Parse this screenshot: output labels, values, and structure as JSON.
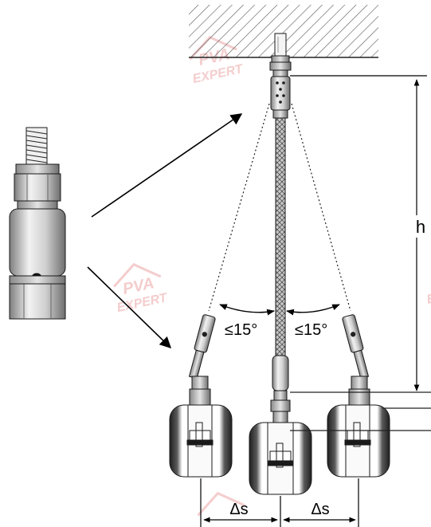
{
  "labels": {
    "angle_left": "≤15°",
    "angle_right": "≤15°",
    "height": "h",
    "shift_left": "Δs",
    "shift_right": "Δs"
  },
  "watermark": {
    "line1": "PVA",
    "line2": "EXPERT"
  },
  "colors": {
    "metal_light": "#e6e6e6",
    "metal_mid": "#b5b5b5",
    "metal_dark": "#7a7a7a",
    "pipe_dark": "#3a3a3a",
    "outline": "#1a1a1a",
    "watermark": "#f2c4c4"
  }
}
